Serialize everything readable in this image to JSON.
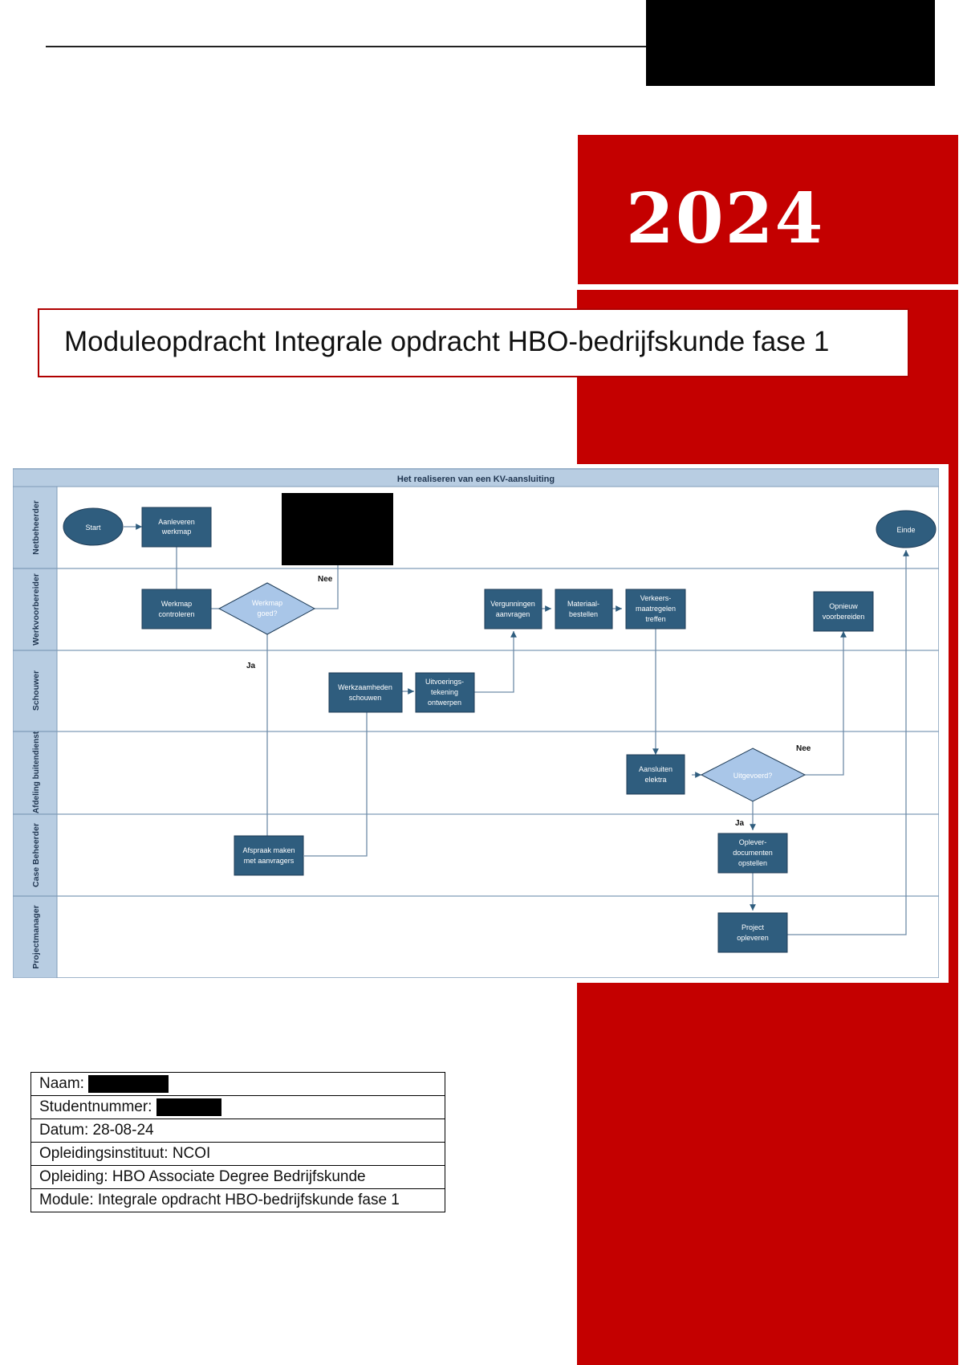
{
  "cover": {
    "year": "2024",
    "title": "Moduleopdracht Integrale opdracht HBO-bedrijfskunde fase 1"
  },
  "diagram": {
    "title": "Het realiseren van een KV-aansluiting",
    "lanes": [
      "Netbeheerder",
      "Werkvoorbereider",
      "Schouwer",
      "Afdeling buitendienst",
      "Case Beheerder",
      "Projectmanager"
    ],
    "nodes": {
      "start": "Start",
      "aanleveren": [
        "Aanleveren",
        "werkmap"
      ],
      "einde": "Einde",
      "werkmap_controleren": [
        "Werkmap",
        "controleren"
      ],
      "werkmap_goed": [
        "Werkmap",
        "goed?"
      ],
      "vergunningen": [
        "Vergunningen",
        "aanvragen"
      ],
      "materiaal": [
        "Materiaal-",
        "bestellen"
      ],
      "verkeers": [
        "Verkeers-",
        "maatregelen",
        "treffen"
      ],
      "opnieuw": [
        "Opnieuw",
        "voorbereiden"
      ],
      "werkzaamheden": [
        "Werkzaamheden",
        "schouwen"
      ],
      "uitvoerings": [
        "Uitvoerings-",
        "tekening",
        "ontwerpen"
      ],
      "aansluiten": [
        "Aansluiten",
        "elektra"
      ],
      "uitgevoerd": "Uitgevoerd?",
      "afspraak": [
        "Afspraak maken",
        "met aanvragers"
      ],
      "oplever": [
        "Oplever-",
        "documenten",
        "opstellen"
      ],
      "project": [
        "Project",
        "opleveren"
      ]
    },
    "edge_labels": {
      "nee1": "Nee",
      "ja1": "Ja",
      "nee2": "Nee",
      "ja2": "Ja"
    }
  },
  "info": {
    "naam": "Naam:",
    "studentnummer": "Studentnummer:",
    "datum": "Datum: 28-08-24",
    "instituut": "Opleidingsinstituut: NCOI",
    "opleiding": "Opleiding: HBO Associate Degree Bedrijfskunde",
    "module": "Module: Integrale opdracht HBO-bedrijfskunde fase 1"
  },
  "colors": {
    "brand_red": "#c40000",
    "box_fill": "#2f5d7e",
    "decision_fill": "#a9c6e8",
    "lane_header": "#b8cde2"
  }
}
